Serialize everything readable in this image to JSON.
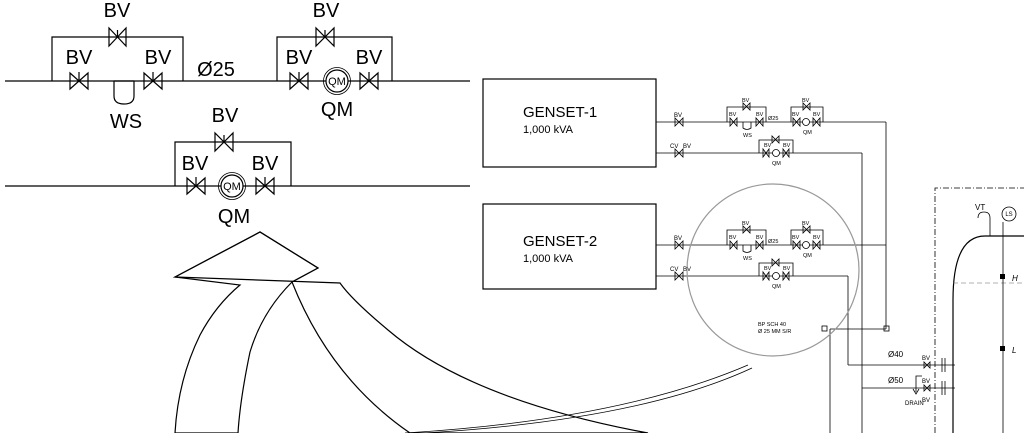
{
  "detail": {
    "bv": "BV",
    "ws": "WS",
    "qm": "QM",
    "pipe_size": "Ø25"
  },
  "gensets": [
    {
      "name": "GENSET-1",
      "rating": "1,000 kVA"
    },
    {
      "name": "GENSET-2",
      "rating": "1,000 kVA"
    }
  ],
  "small": {
    "bv": "BV",
    "cv": "CV",
    "ws": "WS",
    "qm": "QM",
    "pipe_size": "Ø25",
    "bypass_line1": "BP SCH 40",
    "bypass_line2": "Ø 25 MM S/R"
  },
  "tank": {
    "vt": "VT",
    "ls": "LS",
    "high": "H",
    "low": "L",
    "supply_size": "Ø40",
    "return_size": "Ø50",
    "drain": "DRAIN"
  }
}
